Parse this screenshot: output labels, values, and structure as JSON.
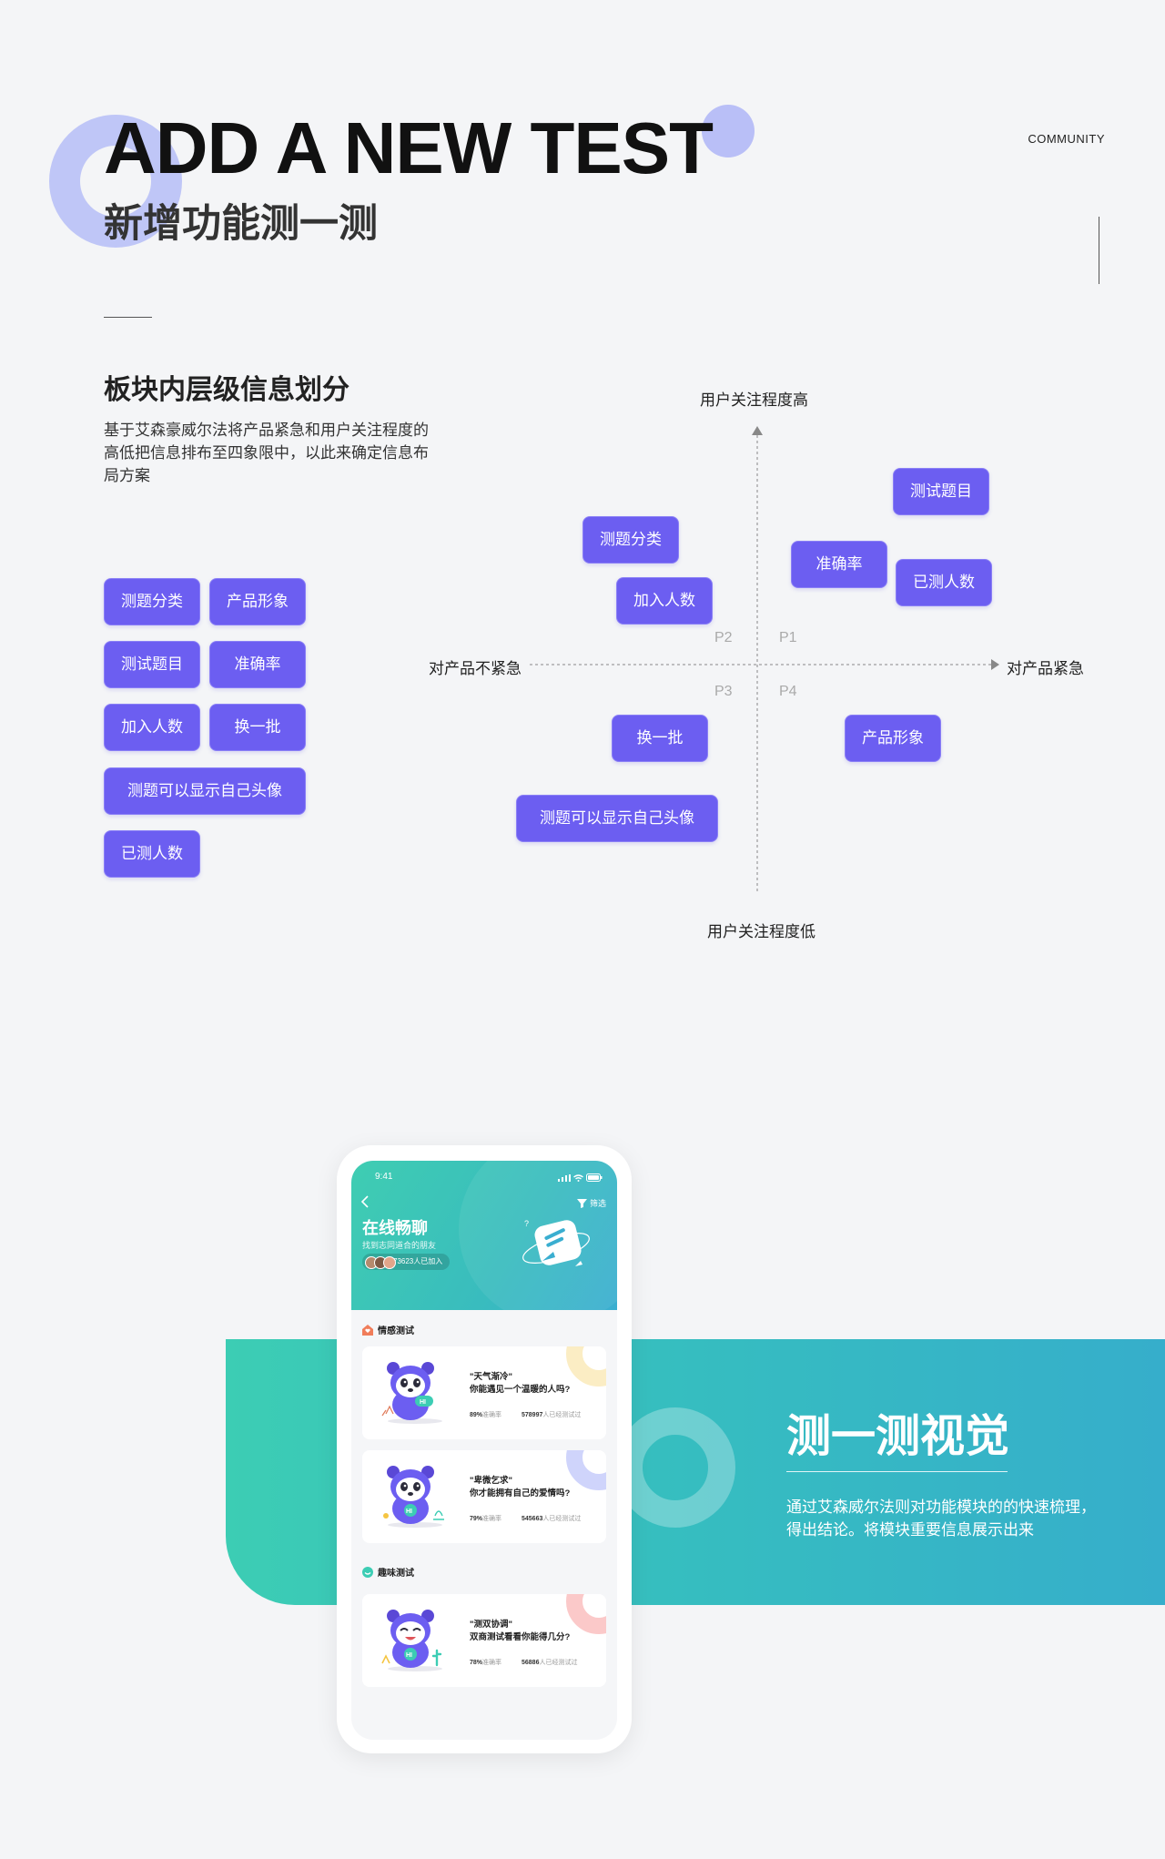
{
  "header": {
    "title": "ADD A NEW TEST",
    "subtitle": "新增功能测一测",
    "community": "COMMUNITY"
  },
  "section": {
    "title": "板块内层级信息划分",
    "description": "基于艾森豪威尔法将产品紧急和用户关注程度的高低把信息排布至四象限中，以此来确定信息布局方案"
  },
  "tags": {
    "ceti_fenlei": "测题分类",
    "chanpin_xingxiang": "产品形象",
    "ceshi_timu": "测试题目",
    "zhunquelv": "准确率",
    "jiaru_renshu": "加入人数",
    "huanyipi": "换一批",
    "touxiang": "测题可以显示自己头像",
    "yice_renshu": "已测人数"
  },
  "quadrant": {
    "top_label": "用户关注程度高",
    "bottom_label": "用户关注程度低",
    "left_label": "对产品不紧急",
    "right_label": "对产品紧急",
    "p1": "P1",
    "p2": "P2",
    "p3": "P3",
    "p4": "P4"
  },
  "visual": {
    "title": "测一测视觉",
    "description": "通过艾森威尔法则对功能模块的的快速梳理，得出结论。将模块重要信息展示出来"
  },
  "phone": {
    "time": "9:41",
    "filter": "筛选",
    "title": "在线畅聊",
    "subtitle": "找到志同道合的朋友",
    "joined": "73623人已加入",
    "section1": "情感测试",
    "section2": "趣味测试",
    "cards": [
      {
        "q1": "\"天气渐冷\"",
        "q2": "你能遇见一个温暖的人吗?",
        "accuracy_value": "89%",
        "accuracy_label": "准确率",
        "count_value": "578997",
        "count_label": "人已经测试过",
        "accent": "#fbedc4"
      },
      {
        "q1": "\"卑微乞求\"",
        "q2": "你才能拥有自己的爱情吗?",
        "accuracy_value": "79%",
        "accuracy_label": "准确率",
        "count_value": "545663",
        "count_label": "人已经测试过",
        "accent": "#cfd4fb"
      },
      {
        "q1": "\"测双协调\"",
        "q2": "双商测试看看你能得几分?",
        "accuracy_value": "78%",
        "accuracy_label": "准确率",
        "count_value": "56886",
        "count_label": "人已经测试过",
        "accent": "#fbc9c9"
      }
    ]
  },
  "colors": {
    "tag_purple": "#6c5ef1",
    "teal_start": "#3ccdb4",
    "teal_end": "#36aecb",
    "deco_lavender": "#b9c1f6"
  }
}
